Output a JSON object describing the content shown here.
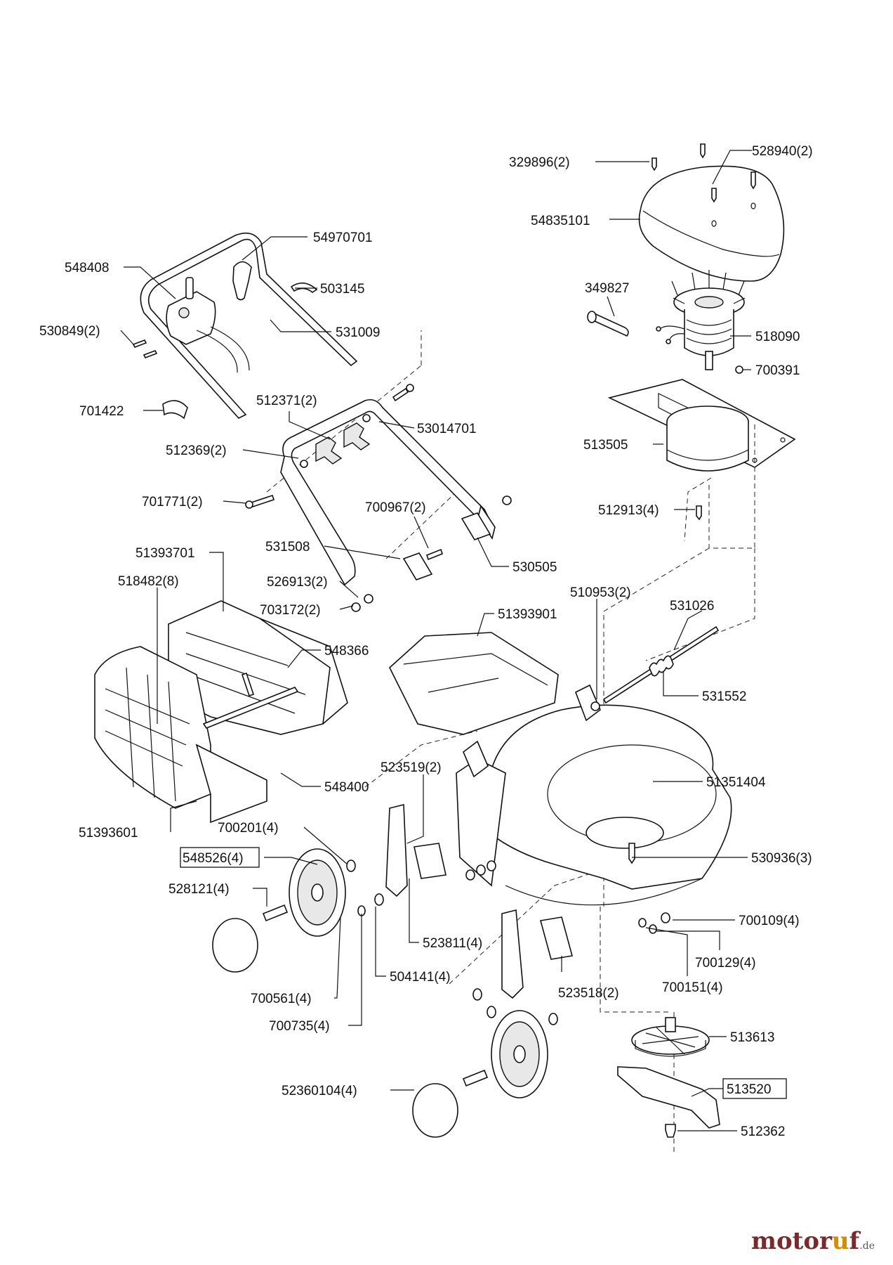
{
  "watermark": {
    "brand_a": "motor",
    "brand_dot": "u",
    "brand_b": "f",
    "tld": ".de"
  },
  "labels": {
    "p329896": "329896(2)",
    "p528940": "528940(2)",
    "p54835101": "54835101",
    "p54970701": "54970701",
    "p548408": "548408",
    "p503145": "503145",
    "p530849": "530849(2)",
    "p531009": "531009",
    "p349827": "349827",
    "p518090": "518090",
    "p700391": "700391",
    "p701422": "701422",
    "p512371": "512371(2)",
    "p53014701": "53014701",
    "p512369": "512369(2)",
    "p513505": "513505",
    "p701771": "701771(2)",
    "p700967": "700967(2)",
    "p512913": "512913(4)",
    "p531508": "531508",
    "p530505": "530505",
    "p51393701": "51393701",
    "p518482": "518482(8)",
    "p526913": "526913(2)",
    "p510953": "510953(2)",
    "p703172": "703172(2)",
    "p531026": "531026",
    "p51393901": "51393901",
    "p548366": "548366",
    "p531552": "531552",
    "p523519": "523519(2)",
    "p51351404": "51351404",
    "p548400": "548400",
    "p51393601": "51393601",
    "p700201": "700201(4)",
    "p548526": "548526(4)",
    "p530936": "530936(3)",
    "p528121": "528121(4)",
    "p700109": "700109(4)",
    "p523811": "523811(4)",
    "p700129": "700129(4)",
    "p504141": "504141(4)",
    "p700151": "700151(4)",
    "p700561": "700561(4)",
    "p523518": "523518(2)",
    "p700735": "700735(4)",
    "p513613": "513613",
    "p52360104": "52360104(4)",
    "p513520": "513520",
    "p512362": "512362"
  }
}
